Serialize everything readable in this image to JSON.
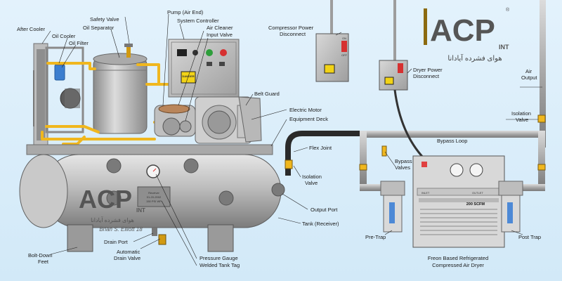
{
  "brand": {
    "logo_text": "ACP",
    "logo_suffix": "INT",
    "logo_registered": "®",
    "logo_subtitle": "هوای فشرده آیادانا",
    "tank_logo_text": "ACP",
    "tank_logo_suffix": "INT",
    "tank_logo_subtitle": "هوای فشرده آیادانا",
    "signature": "Brian S. Elliott 18",
    "accent_color": "#8b6a10",
    "pipe_color": "#f0b71e"
  },
  "labels": {
    "safety_valve": "Safety Valve",
    "pump_air_end": "Pump (Air End)",
    "system_controller": "System Controller",
    "air_cleaner": "Air Cleaner",
    "input_valve": "Input Valve",
    "after_cooler": "After Cooler",
    "oil_cooler": "Oil Cooler",
    "oil_separator": "Oil Separator",
    "oil_filter": "Oil Filter",
    "compressor_power_1": "Compressor Power",
    "compressor_power_2": "Disconnect",
    "dryer_power_1": "Dryer Power",
    "dryer_power_2": "Disconnect",
    "air_output_1": "Air",
    "air_output_2": "Output",
    "belt_guard": "Belt Guard",
    "electric_motor": "Electric Motor",
    "equipment_deck": "Equipment Deck",
    "isolation_valve_right_1": "Isolation",
    "isolation_valve_right_2": "Valve",
    "bypass_loop": "Bypass Loop",
    "flex_joint": "Flex Joint",
    "bypass_valves_1": "Bypass",
    "bypass_valves_2": "Valves",
    "isolation_valve_left_1": "Isolation",
    "isolation_valve_left_2": "Valve",
    "output_port": "Output Port",
    "tank_receiver": "Tank (Receiver)",
    "pre_trap": "Pre-Trap",
    "post_trap": "Post Trap",
    "dryer_title_1": "Freon Based Refrigerated",
    "dryer_title_2": "Compressed Air Dryer",
    "bolt_down_1": "Bolt-Down",
    "bolt_down_2": "Feet",
    "drain_port": "Drain Port",
    "auto_drain_1": "Automatic",
    "auto_drain_2": "Drain Valve",
    "pressure_gauge": "Pressure Gauge",
    "welded_tank_tag": "Welded Tank Tag"
  },
  "dryer": {
    "capacity": "200 SCFM",
    "inlet": "INLET",
    "outlet": "OUTLET"
  },
  "tank_tag": {
    "line1": "Receiver",
    "line2": "01-20-2002",
    "line3": "150 PSI WP"
  },
  "controller": {
    "danger": "DANGER"
  },
  "disconnect": {
    "on": "ON",
    "off": "OFF"
  }
}
